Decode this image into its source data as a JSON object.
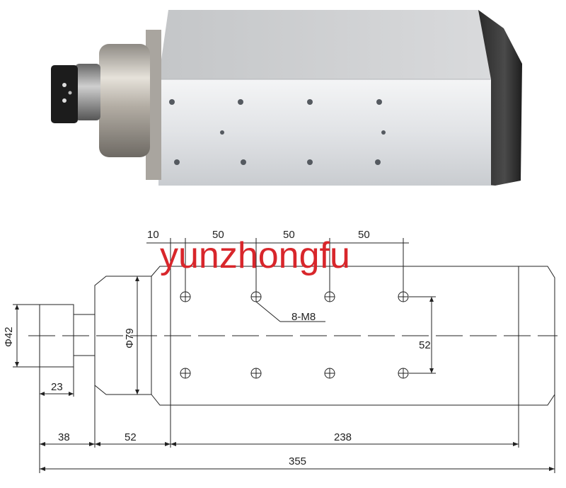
{
  "watermark": "yunzhongfu",
  "photo": {
    "alt": "air cooled square spindle motor photo"
  },
  "drawing": {
    "top_spacing": [
      "10",
      "50",
      "50",
      "50"
    ],
    "callout": "8-M8",
    "dia_collet": "Φ42",
    "dia_body": "Φ79",
    "collet_len": "23",
    "hole_spacing": "52",
    "bottom": [
      "38",
      "52",
      "238"
    ],
    "overall": "355"
  }
}
